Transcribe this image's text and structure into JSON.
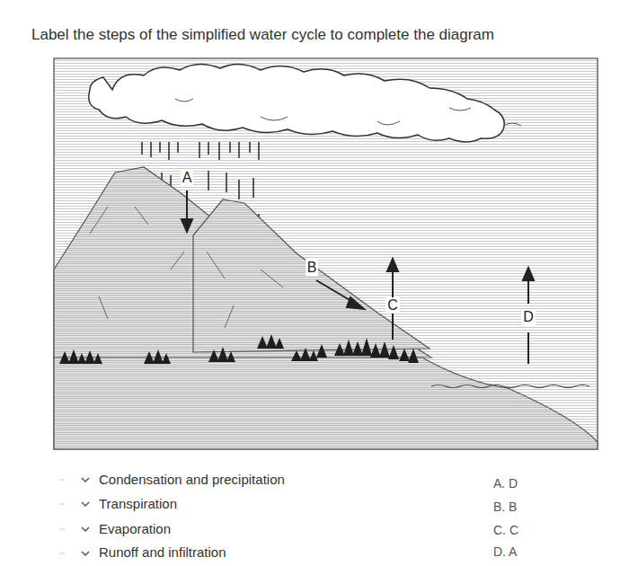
{
  "diagram": {
    "title": "Label the steps of the simplified water cycle to complete the diagram",
    "labels": [
      "A",
      "B",
      "C",
      "D",
      "Condensation and precipitation",
      "Transpiration",
      "Evaporation",
      "Runoff and infiltration",
      "A. D",
      "B. B",
      "C. C",
      "D. A"
    ]
  }
}
